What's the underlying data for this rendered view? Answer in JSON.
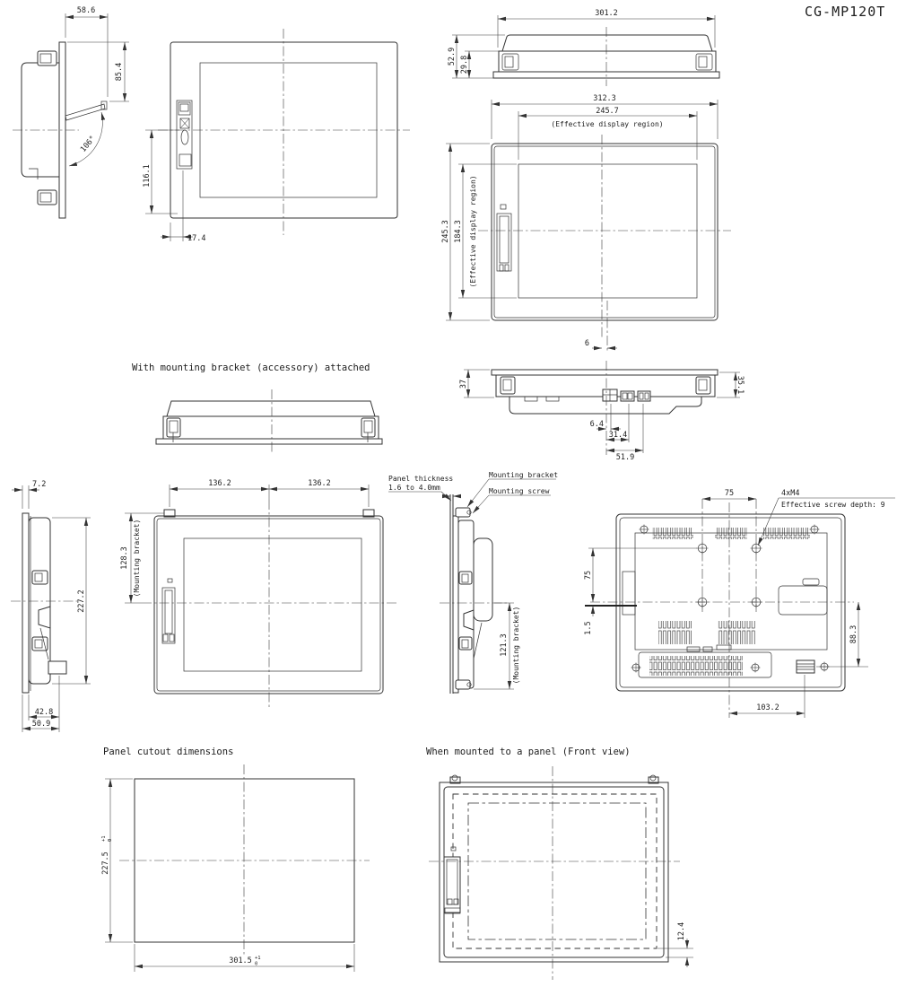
{
  "title": "CG-MP120T",
  "captions": {
    "with_bracket": "With mounting bracket (accessory) attached",
    "panel_cutout": "Panel cutout dimensions",
    "mounted_front": "When mounted to a panel (Front view)"
  },
  "labels": {
    "effective_display_region": "(Effective display region)",
    "mounting_bracket_ref": "(Mounting bracket)",
    "panel_thickness_1": "Panel thickness",
    "panel_thickness_2": "1.6 to 4.0mm",
    "mounting_bracket": "Mounting bracket",
    "mounting_screw": "Mounting screw",
    "screw_spec": "4xM4",
    "screw_depth": "Effective screw depth: 9"
  },
  "dims": {
    "flap_width": "58.6",
    "flap_height": "85.4",
    "flap_angle": "106°",
    "front_conn_v": "116.1",
    "front_conn_h": "17.4",
    "top_body_width": "301.2",
    "top_total_depth": "52.9",
    "top_body_depth": "29.8",
    "front_width": "312.3",
    "display_width": "245.7",
    "front_height": "245.3",
    "display_height": "184.3",
    "center_offset": "6",
    "depth_left": "37",
    "depth_right": "35.1",
    "conn_off_1": "6.4",
    "conn_off_2": "31.4",
    "conn_off_3": "51.9",
    "flange_depth": "7.2",
    "side_height": "227.2",
    "body_depth_1": "42.8",
    "body_depth_2": "50.9",
    "bracket_span_l": "136.2",
    "bracket_span_r": "136.2",
    "bracket_v_top": "128.3",
    "bracket_v_bottom": "121.3",
    "vesa_h": "75",
    "vesa_v": "75",
    "vesa_offset": "1.5",
    "conn_height": "88.3",
    "conn_x": "103.2",
    "cutout_height": "227.5",
    "cutout_width": "301.5",
    "tol_plus": "+1",
    "tol_minus": "0",
    "panel_overlap": "12.4"
  }
}
